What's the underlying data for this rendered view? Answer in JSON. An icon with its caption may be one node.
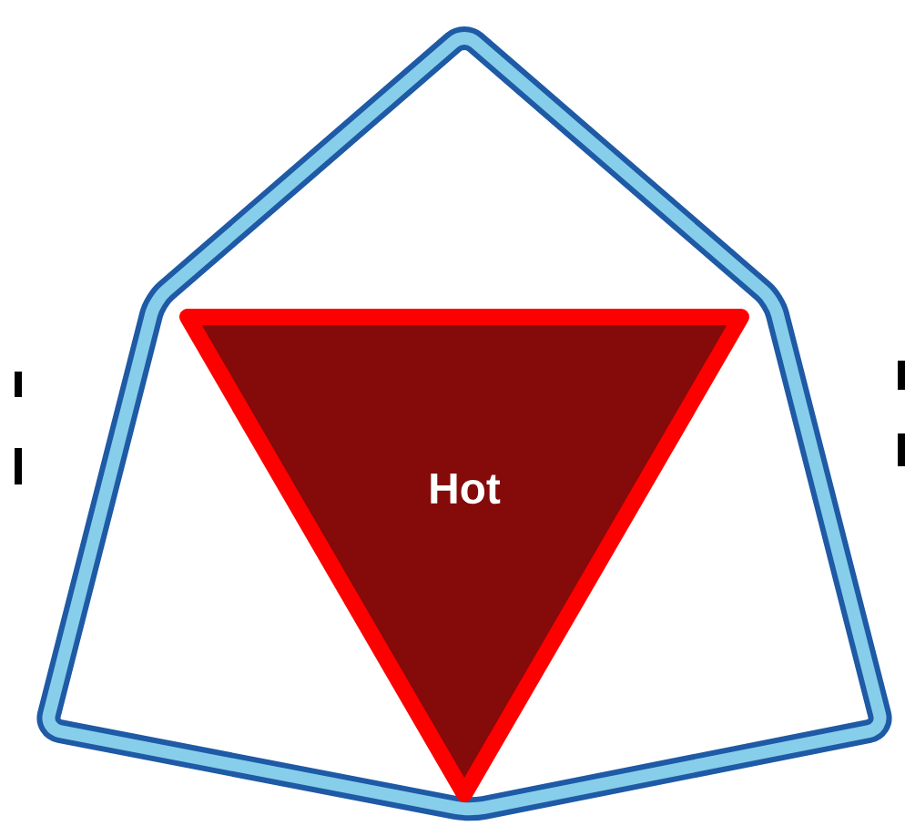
{
  "diagram": {
    "nodes": [
      {
        "text": [],
        "shape": "pentagon"
      },
      {
        "text": [
          "Hot"
        ],
        "in": 0
      }
    ]
  }
}
